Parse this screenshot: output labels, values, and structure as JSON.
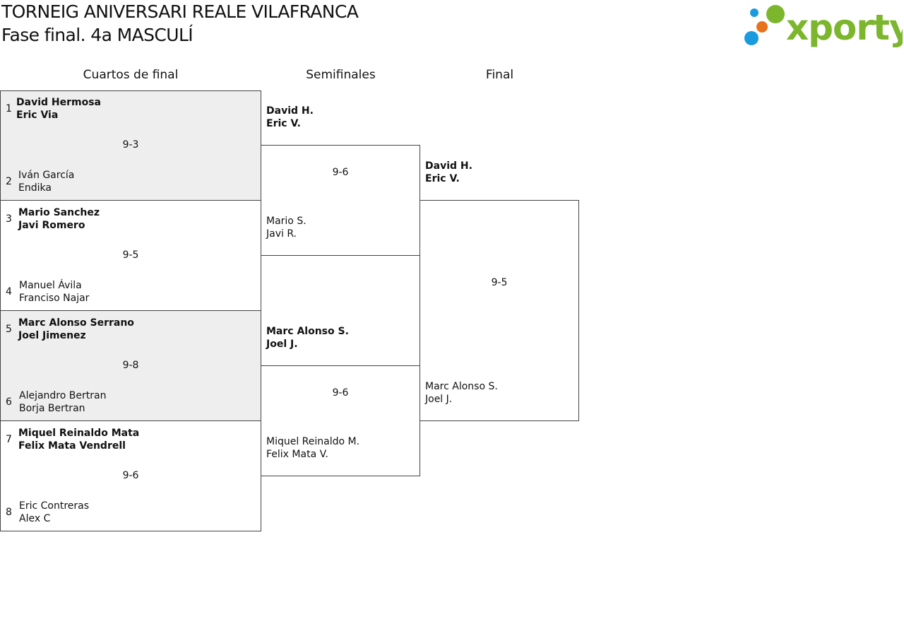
{
  "header": {
    "title": "TORNEIG ANIVERSARI REALE VILAFRANCA",
    "subtitle": "Fase final. 4a MASCULÍ",
    "logo_text": "xporty",
    "logo_colors": {
      "green": "#7bb62d",
      "blue": "#1a9be0",
      "orange": "#e8711c"
    }
  },
  "rounds": {
    "quarters": "Cuartos de final",
    "semis": "Semifinales",
    "final": "Final"
  },
  "quarters": [
    {
      "score": "9-3",
      "top": {
        "seed": "1",
        "p1": "David Hermosa",
        "p2": "Eric Via"
      },
      "bottom": {
        "seed": "2",
        "p1": "Iván García",
        "p2": "Endika"
      }
    },
    {
      "score": "9-5",
      "top": {
        "seed": "3",
        "p1": "Mario Sanchez",
        "p2": "Javi Romero"
      },
      "bottom": {
        "seed": "4",
        "p1": "Manuel Ávila",
        "p2": "Franciso Najar"
      }
    },
    {
      "score": "9-8",
      "top": {
        "seed": "5",
        "p1": "Marc Alonso Serrano",
        "p2": "Joel Jimenez"
      },
      "bottom": {
        "seed": "6",
        "p1": "Alejandro Bertran",
        "p2": "Borja Bertran"
      }
    },
    {
      "score": "9-6",
      "top": {
        "seed": "7",
        "p1": "Miquel Reinaldo Mata",
        "p2": "Felix Mata Vendrell"
      },
      "bottom": {
        "seed": "8",
        "p1": "Eric Contreras",
        "p2": "Alex C"
      }
    }
  ],
  "semis": [
    {
      "score": "9-6",
      "top": {
        "p1": "David H.",
        "p2": "Eric V."
      },
      "bottom": {
        "p1": "Mario S.",
        "p2": "Javi R."
      }
    },
    {
      "score": "9-6",
      "top": {
        "p1": "Marc Alonso S.",
        "p2": "Joel J."
      },
      "bottom": {
        "p1": "Miquel Reinaldo M.",
        "p2": "Felix Mata V."
      }
    }
  ],
  "final": {
    "score": "9-5",
    "top": {
      "p1": "David H.",
      "p2": "Eric V."
    },
    "bottom": {
      "p1": "Marc Alonso S.",
      "p2": "Joel J."
    }
  }
}
